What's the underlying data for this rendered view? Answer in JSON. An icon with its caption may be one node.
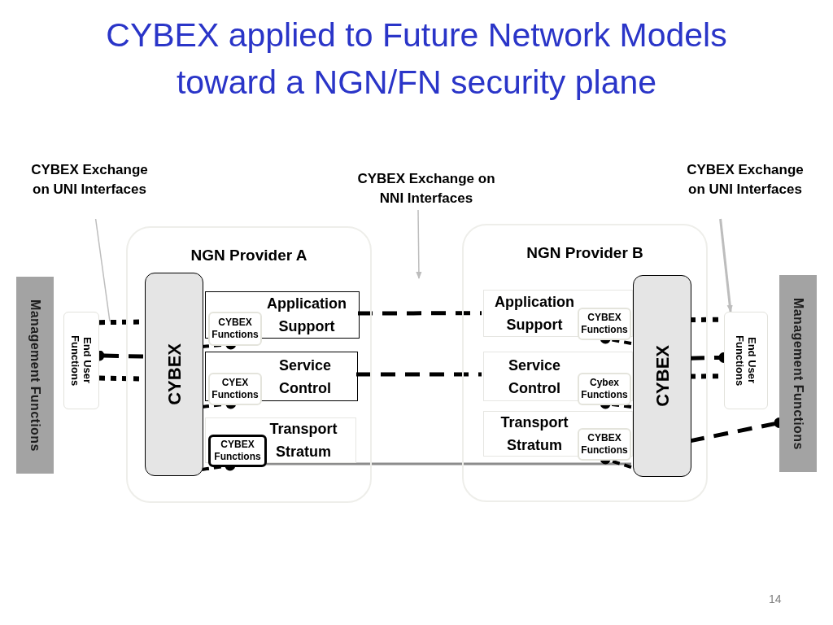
{
  "diagram": {
    "title": "CYBEX applied to Future Network Models toward a NGN/FN security plane",
    "nodes": [
      {
        "text": [
          "CYBEX Exchange on UNI Interfaces"
        ]
      },
      {
        "text": [
          "CYBEX Exchange on NNI Interfaces"
        ]
      },
      {
        "text": [
          "CYBEX Exchange on UNI Interfaces"
        ]
      },
      {
        "text": [
          "Management Functions"
        ]
      },
      {
        "text": [
          "End User Functions"
        ]
      },
      {
        "text": [
          "NGN Provider A"
        ]
      },
      {
        "text": [
          "CYBEX"
        ],
        "in": 5
      },
      {
        "text": [
          "Application Support"
        ],
        "in": 5
      },
      {
        "text": [
          "CYBEX Functions"
        ],
        "in": 5
      },
      {
        "text": [
          "Service Control"
        ],
        "in": 5
      },
      {
        "text": [
          "CYEX Functions"
        ],
        "in": 5
      },
      {
        "text": [
          "Transport Stratum"
        ],
        "in": 5
      },
      {
        "text": [
          "CYBEX Functions"
        ],
        "in": 5
      },
      {
        "text": [
          "NGN Provider B"
        ]
      },
      {
        "text": [
          "Application Support"
        ],
        "in": 13
      },
      {
        "text": [
          "CYBEX Functions"
        ],
        "in": 13
      },
      {
        "text": [
          "Service Control"
        ],
        "in": 13
      },
      {
        "text": [
          "Cybex Functions"
        ],
        "in": 13
      },
      {
        "text": [
          "Transport Stratum"
        ],
        "in": 13
      },
      {
        "text": [
          "CYBEX Functions"
        ],
        "in": 13
      },
      {
        "text": [
          "CYBEX"
        ],
        "in": 13
      },
      {
        "text": [
          "End User Functions"
        ]
      },
      {
        "text": [
          "Management Functions"
        ]
      }
    ],
    "edges": [
      {
        "from": 0,
        "to": null,
        "arrow": "none",
        "color": "#bdbdbd"
      },
      {
        "from": 1,
        "to": null,
        "arrow": "to",
        "color": "#bdbdbd"
      },
      {
        "from": 2,
        "to": 21,
        "arrow": "to",
        "color": "#bdbdbd"
      },
      {
        "from": 7,
        "to": 14,
        "arrow": "none",
        "style": "dashed"
      },
      {
        "from": 9,
        "to": 16,
        "arrow": "none",
        "style": "dashed"
      },
      {
        "from": 12,
        "to": 20,
        "arrow": "none",
        "color": "#8c8c8c"
      },
      {
        "from": 4,
        "to": 6,
        "arrow": "none",
        "style": "dashed"
      },
      {
        "from": 6,
        "to": 4,
        "arrow": "other",
        "style": "dashed"
      },
      {
        "from": 4,
        "to": 6,
        "arrow": "none",
        "style": "dashed"
      },
      {
        "from": 6,
        "to": 8,
        "arrow": "other",
        "style": "dashed"
      },
      {
        "from": 6,
        "to": 10,
        "arrow": "other",
        "style": "dashed"
      },
      {
        "from": 6,
        "to": 12,
        "arrow": "other",
        "style": "dashed"
      },
      {
        "from": 20,
        "to": 15,
        "arrow": "other",
        "style": "dashed"
      },
      {
        "from": 20,
        "to": 17,
        "arrow": "other",
        "style": "dashed"
      },
      {
        "from": 20,
        "to": 19,
        "arrow": "other",
        "style": "dashed"
      },
      {
        "from": 20,
        "to": 21,
        "arrow": "none",
        "style": "dashed"
      },
      {
        "from": 20,
        "to": 21,
        "arrow": "other",
        "style": "dashed"
      },
      {
        "from": 20,
        "to": 21,
        "arrow": "none",
        "style": "dashed"
      },
      {
        "from": 20,
        "to": 22,
        "arrow": "other",
        "style": "dashed"
      }
    ],
    "labels": [
      "14"
    ]
  }
}
